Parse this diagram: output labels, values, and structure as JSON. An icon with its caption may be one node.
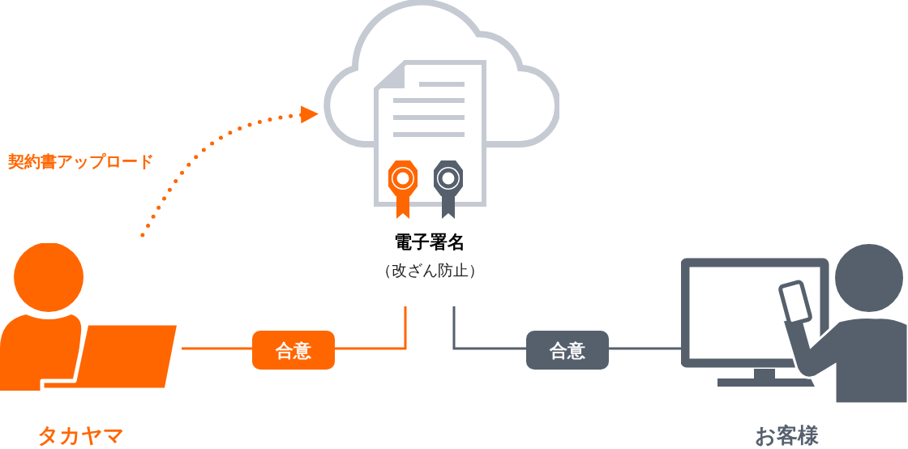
{
  "diagram": {
    "nodes": [
      {
        "text": [],
        "shape": "picture"
      },
      {
        "text": [
          "電子署名",
          "（改ざん防止）"
        ]
      },
      {
        "text": [
          "タカヤマ"
        ]
      },
      {
        "text": [
          "お客様"
        ]
      }
    ],
    "edges": [
      {
        "from": 2,
        "to": 0,
        "arrow": "to",
        "label": "契約書アップロード",
        "style": "dashed",
        "color": "#ff6600"
      },
      {
        "from": 2,
        "to": 1,
        "arrow": "none",
        "label": "合意",
        "color": "#ff6600"
      },
      {
        "from": 3,
        "to": 1,
        "arrow": "none",
        "label": "合意",
        "color": "#56606d"
      }
    ]
  }
}
